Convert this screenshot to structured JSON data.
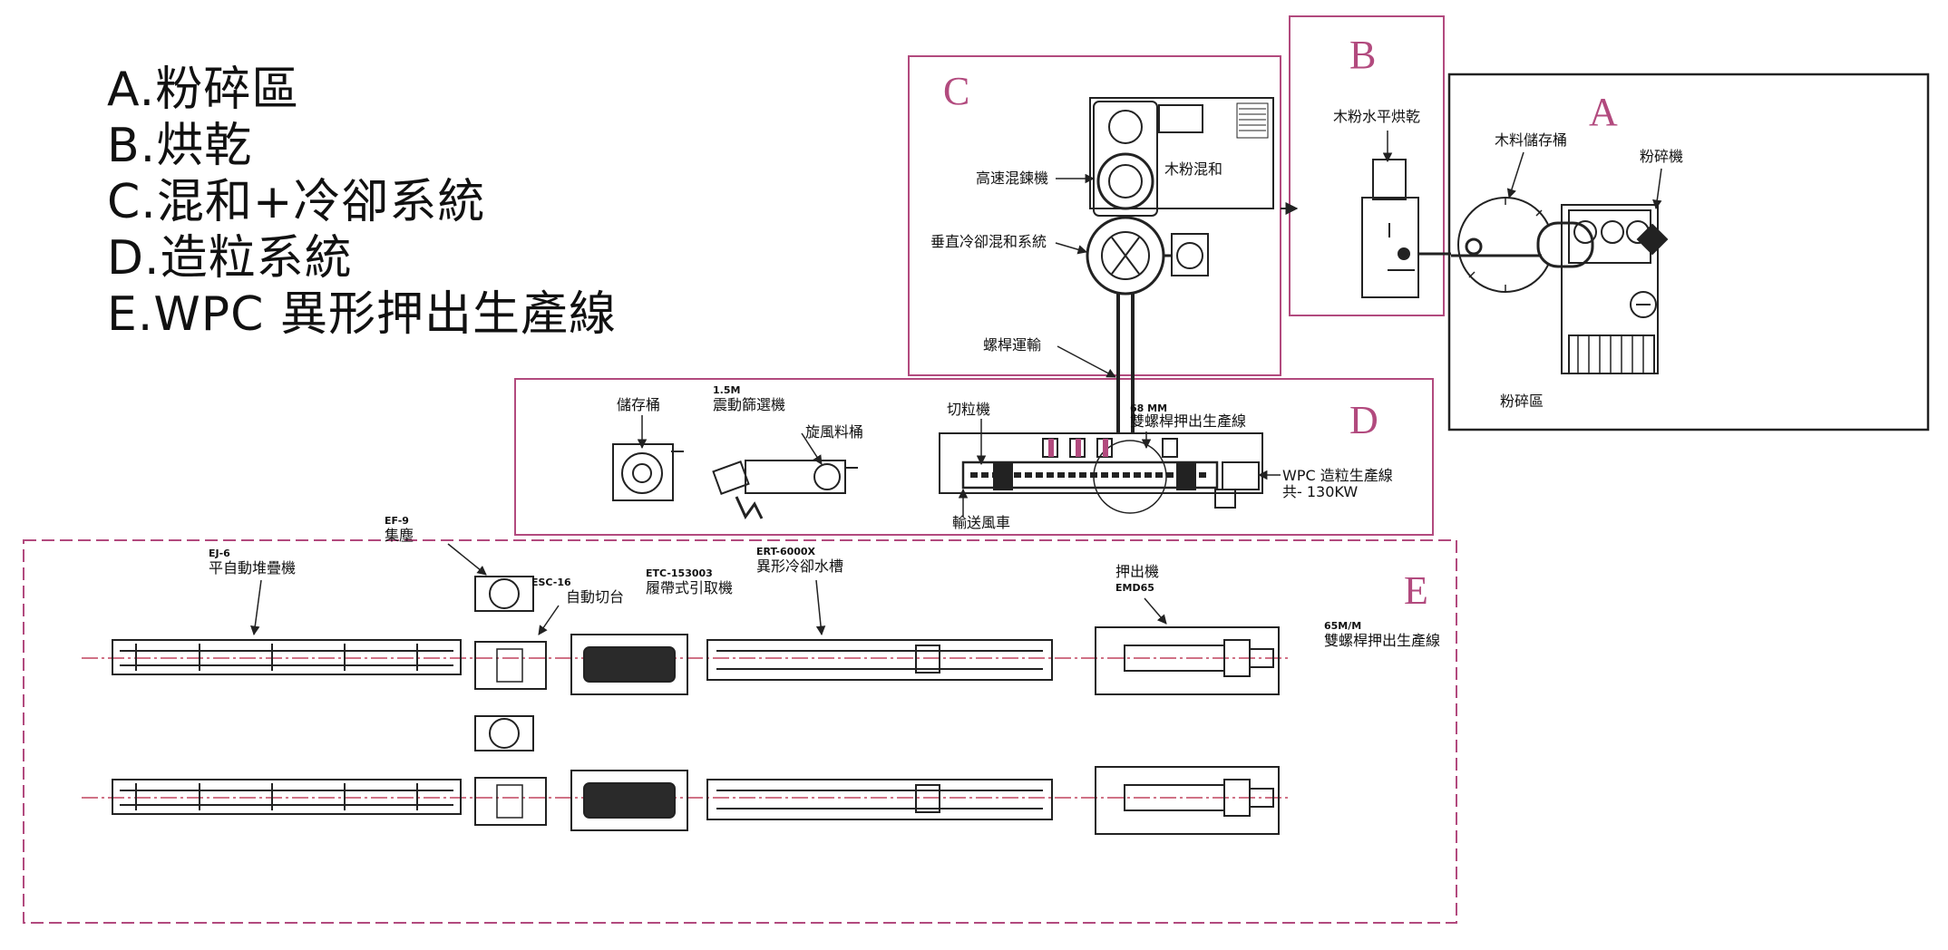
{
  "legend": [
    "A.粉碎區",
    "B.烘乾",
    "C.混和+冷卻系統",
    "D.造粒系統",
    "E.WPC 異形押出生產線"
  ],
  "zones": {
    "A": {
      "letter": "A",
      "labels": {
        "storage": "木料儲存桶",
        "crusher": "粉碎機",
        "area": "粉碎區"
      }
    },
    "B": {
      "letter": "B",
      "labels": {
        "dryer": "木粉水平烘乾"
      }
    },
    "C": {
      "letter": "C",
      "labels": {
        "mixing": "木粉混和",
        "high_speed_mixer": "高速混鍊機",
        "vertical_cooler": "垂直冷卻混和系統",
        "screw_conveyor": "螺桿運輸"
      }
    },
    "D": {
      "letter": "D",
      "labels": {
        "storage_bin": "儲存桶",
        "screen_size": "1.5M",
        "vibrating_screen": "震動篩選機",
        "cyclone_hopper": "旋風料桶",
        "pelletizer": "切粒機",
        "extruder_size": "68 MM",
        "twin_screw_line": "雙螺桿押出生產線",
        "blower": "輸送風車",
        "line_name": "WPC 造粒生產線",
        "power": "共- 130KW"
      }
    },
    "E": {
      "letter": "E",
      "labels": {
        "dust_code": "EF-9",
        "dust_name": "集塵",
        "stacker_code": "EJ-6",
        "stacker_name": "平自動堆疊機",
        "cutter_code": "ESC-16",
        "cutter_name": "自動切台",
        "haul_code": "ETC-153003",
        "haul_name": "履帶式引取機",
        "tank_code": "ERT-6000X",
        "tank_name": "異形冷卻水槽",
        "extruder_name": "押出機",
        "extruder_code": "EMD65",
        "line_code": "65M/M",
        "line_name": "雙螺桿押出生產線"
      }
    }
  },
  "colors": {
    "zone_border": "#b24a7e",
    "line": "#222222",
    "dim_line": "#c0445f",
    "panel": "#2a2a2a"
  }
}
